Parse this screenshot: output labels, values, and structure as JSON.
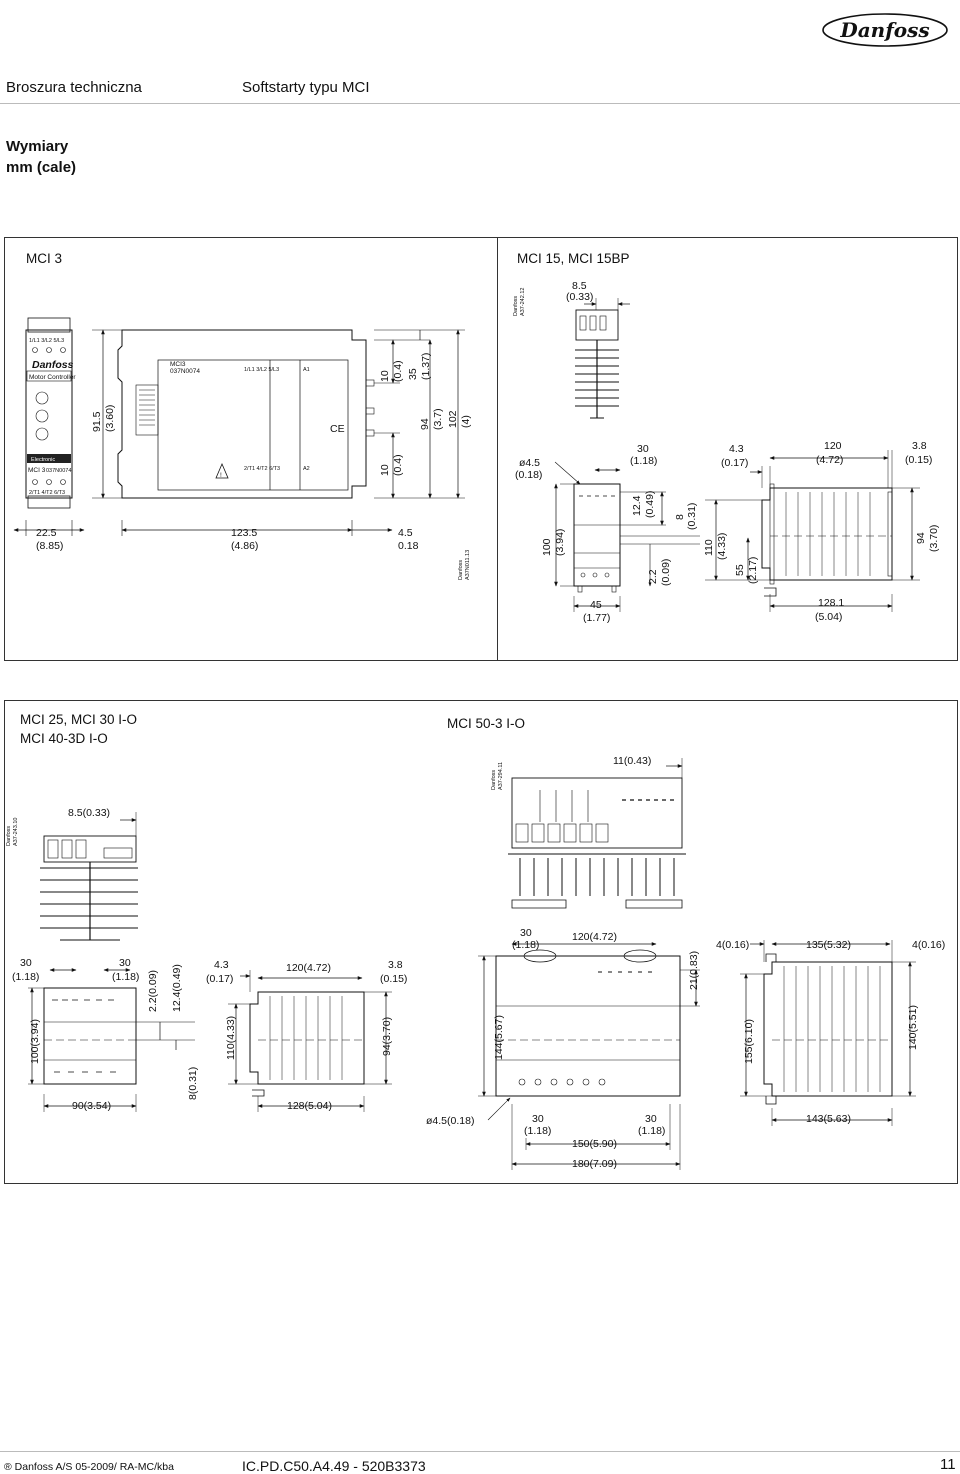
{
  "header": {
    "brand": "Danfoss",
    "left": "Broszura techniczna",
    "right": "Softstarty typu MCI"
  },
  "title": {
    "line1": "Wymiary",
    "line2": "mm (cale)"
  },
  "panel1": {
    "left_title": "MCI 3",
    "right_title": "MCI 15, MCI 15BP",
    "mci3": {
      "device": {
        "terminals_top": "1/L1  3/L2  5/L3",
        "brand": "Danfoss",
        "product": "Motor Controller",
        "model": "MCI 3",
        "code": "037N0074",
        "terminals_bottom": "2/T1  4/T2  6/T3",
        "badge": "Electronic"
      },
      "side": {
        "label_model": "MCI3",
        "label_code": "037N0074",
        "terminals_top": "1/L1  3/L2  5/L3",
        "terminals_bottom": "2/T1  4/T2  6/T3",
        "a1": "A1",
        "a2": "A2",
        "warning": "!",
        "ce": "CE"
      },
      "dims": {
        "width": [
          "22.5",
          "(8.85)"
        ],
        "height": [
          "91.5",
          "(3.60)"
        ],
        "depth": [
          "123.5",
          "(4.86)"
        ],
        "rail": [
          "4.5",
          "0.18"
        ],
        "top_offset": [
          "10",
          "(0.4)"
        ],
        "top_gap": [
          "35",
          "(1.37)"
        ],
        "bottom_offset": [
          "10",
          "(0.4)"
        ],
        "inner_height": [
          "94",
          "(3.7)"
        ],
        "total_height": [
          "102",
          "(4)"
        ]
      },
      "code": "Danfoss\nA37N011.13"
    },
    "mci15": {
      "code": "Danfoss\nA37-242.12",
      "dims": {
        "heatsink_top": [
          "8.5",
          "(0.33)"
        ],
        "hole": [
          "ø4.5",
          "(0.18)"
        ],
        "hole_spacing": [
          "30",
          "(1.18)"
        ],
        "fin": [
          "12.4",
          "(0.49)"
        ],
        "foot": [
          "8",
          "(0.31)"
        ],
        "height": [
          "100",
          "(3.94)"
        ],
        "bottom": [
          "2.2",
          "(0.09)"
        ],
        "width": [
          "45",
          "(1.77)"
        ],
        "left_gap": [
          "4.3",
          "(0.17)"
        ],
        "depth_top": [
          "120",
          "(4.72)"
        ],
        "right_gap": [
          "3.8",
          "(0.15)"
        ],
        "inner": [
          "110",
          "(4.33)"
        ],
        "rail": [
          "55",
          "(2.17)"
        ],
        "side_height": [
          "94",
          "(3.70)"
        ],
        "depth_bottom": [
          "128.1",
          "(5.04)"
        ]
      }
    }
  },
  "panel2": {
    "left_title_1": "MCI 25, MCI 30 I-O",
    "left_title_2": "MCI 40-3D I-O",
    "right_title": "MCI 50-3 I-O",
    "mci25": {
      "code": "Danfoss\nA37-243.10",
      "dims": {
        "heatsink_top": "8.5(0.33)",
        "hole_spacing_left": [
          "30",
          "(1.18)"
        ],
        "hole_spacing_right": [
          "30",
          "(1.18)"
        ],
        "bottom": "2.2(0.09)",
        "fin": "12.4(0.49)",
        "height": "100(3.94)",
        "foot": "8(0.31)",
        "width": "90(3.54)",
        "left_gap": [
          "4.3",
          "(0.17)"
        ],
        "depth_top": "120(4.72)",
        "right_gap": [
          "3.8",
          "(0.15)"
        ],
        "inner": "110(4.33)",
        "side_height": "94(3.70)",
        "depth_bottom": "128(5.04)"
      }
    },
    "mci50": {
      "code": "Danfoss\nA37-294.11",
      "dims": {
        "heatsink_top": "11(0.43)",
        "hole_top": [
          "30",
          "(1.18)"
        ],
        "depth_top": "120(4.72)",
        "fin": "21(0.83)",
        "height": "144(5.67)",
        "hole": "ø4.5(0.18)",
        "hole_spacing_left": [
          "30",
          "(1.18)"
        ],
        "hole_spacing_right": [
          "30",
          "(1.18)"
        ],
        "inner_width": "150(5.90)",
        "width": "180(7.09)",
        "left_gap": "4(0.16)",
        "depth": "135(5.32)",
        "right_gap": "4(0.16)",
        "inner_height": "155(6.10)",
        "side_height": "140(5.51)",
        "depth_bottom": "143(5.63)"
      }
    }
  },
  "footer": {
    "copyright": "® Danfoss A/S 05-2009/ RA-MC/kba",
    "doc_code": "IC.PD.C50.A4.49 - 520B3373",
    "page": "11"
  }
}
